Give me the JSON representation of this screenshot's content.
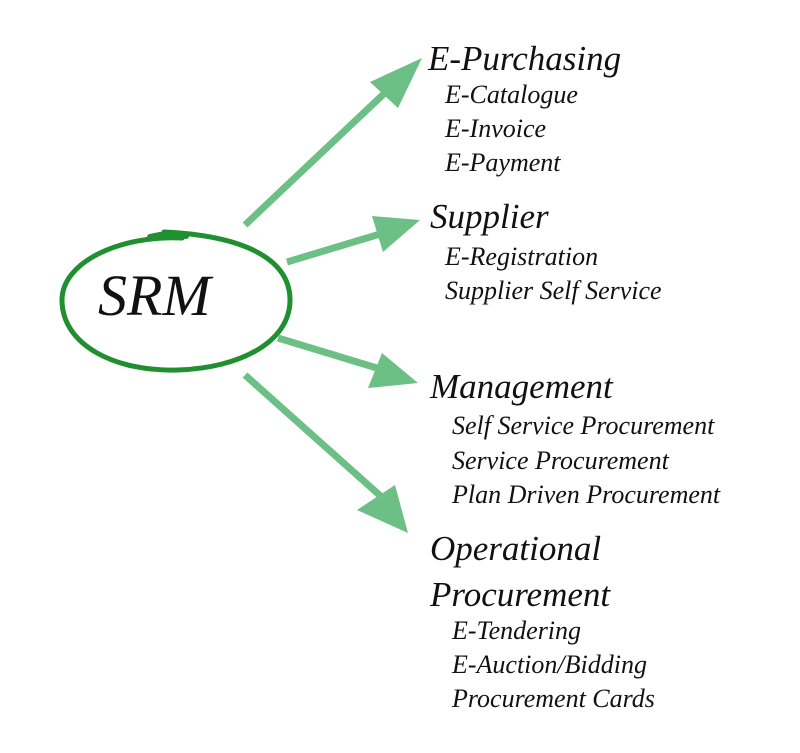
{
  "center": {
    "label": "SRM"
  },
  "colors": {
    "ellipse": "#1f8f2f",
    "arrow": "#6cbf85",
    "text": "#111111"
  },
  "branches": [
    {
      "title": "E-Purchasing",
      "items": [
        "E-Catalogue",
        "E-Invoice",
        "E-Payment"
      ]
    },
    {
      "title": "Supplier",
      "items": [
        "E-Registration",
        "Supplier Self Service"
      ]
    },
    {
      "title": "Management",
      "items": [
        "Self Service Procurement",
        "Service Procurement",
        "Plan Driven Procurement"
      ]
    },
    {
      "title_lines": [
        "Operational",
        "Procurement"
      ],
      "items": [
        "E-Tendering",
        "E-Auction/Bidding",
        "Procurement Cards"
      ]
    }
  ]
}
